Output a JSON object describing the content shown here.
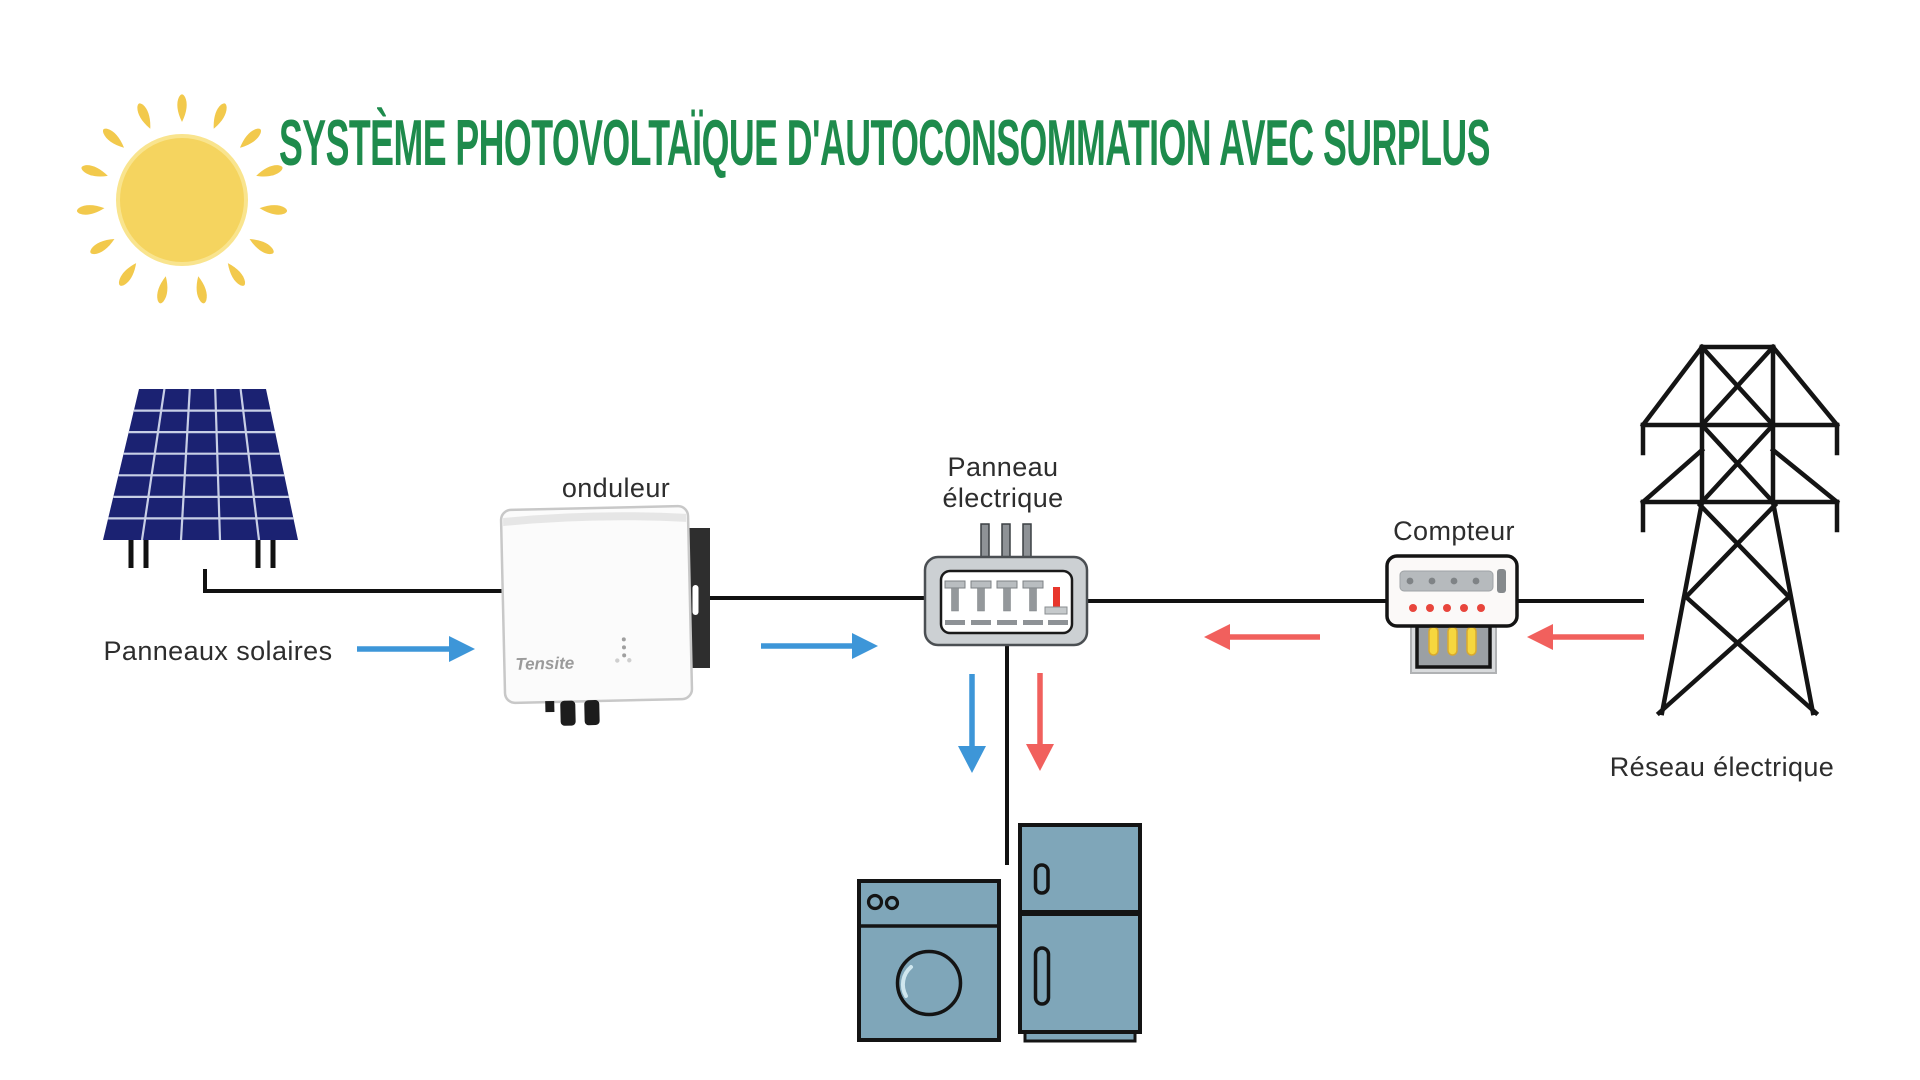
{
  "title": "SYSTÈME PHOTOVOLTAÏQUE D'AUTOCONSOMMATION AVEC SURPLUS",
  "labels": {
    "solar_panels": "Panneaux solaires",
    "inverter": "onduleur",
    "electrical_panel_line1": "Panneau",
    "electrical_panel_line2": "électrique",
    "meter": "Compteur",
    "grid": "Réseau électrique"
  },
  "inverter_brand": "Tensite",
  "colors": {
    "title_green": "#1E8B4C",
    "sun_yellow": "#F5D45F",
    "sun_ray_yellow": "#F2C94C",
    "panel_navy": "#1B2272",
    "flow_solar_blue": "#3D96D8",
    "flow_grid_red": "#F1605D",
    "appliance_teal": "#7FA6B9",
    "wire_black": "#111111",
    "breaker_red": "#E8362C",
    "meter_pin_yellow": "#F6D73E"
  },
  "icons": [
    {
      "name": "sun-icon"
    },
    {
      "name": "solar-panel-icon"
    },
    {
      "name": "inverter-icon"
    },
    {
      "name": "electrical-panel-icon"
    },
    {
      "name": "meter-icon"
    },
    {
      "name": "power-tower-icon"
    },
    {
      "name": "washing-machine-icon"
    },
    {
      "name": "refrigerator-icon"
    },
    {
      "name": "arrow-right-blue-icon"
    },
    {
      "name": "arrow-down-blue-icon"
    },
    {
      "name": "arrow-left-red-icon"
    },
    {
      "name": "arrow-down-red-icon"
    }
  ]
}
